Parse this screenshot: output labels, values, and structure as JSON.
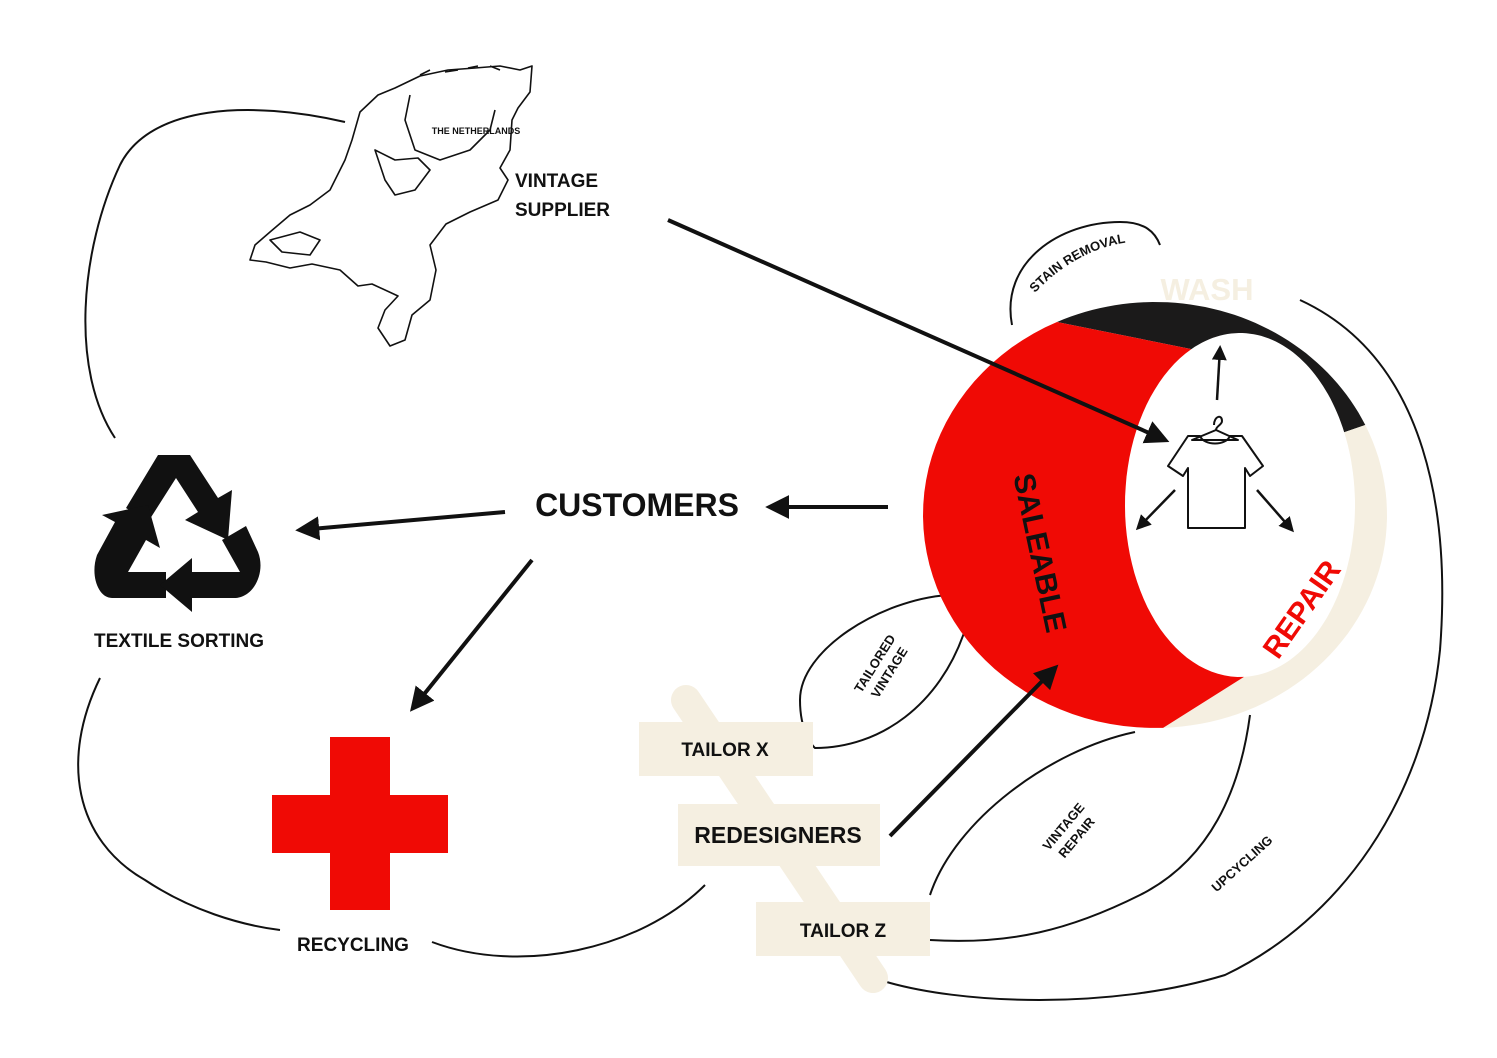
{
  "map_label": "THE NETHERLANDS",
  "supplier_label": [
    "VINTAGE",
    "SUPPLIER"
  ],
  "customers_label": "CUSTOMERS",
  "textile_sorting_label": "TEXTILE SORTING",
  "recycling_label": "RECYCLING",
  "ring": {
    "wash_label": "WASH",
    "saleable_label": "SALEABLE",
    "repair_label": "REPAIR"
  },
  "loops": {
    "stain_removal": "STAIN REMOVAL",
    "tailored_vintage": [
      "TAILORED",
      "VINTAGE"
    ],
    "vintage_repair": [
      "VINTAGE",
      "REPAIR"
    ],
    "upcycling": "UPCYCLING"
  },
  "tailors": {
    "tailor_x": "TAILOR X",
    "redesigners": "REDESIGNERS",
    "tailor_z": "TAILOR Z"
  },
  "icons": {
    "map": "netherlands-map-icon",
    "recycle": "recycle-icon",
    "cross": "red-cross-icon",
    "shirt": "tshirt-hanger-icon"
  },
  "colors": {
    "red": "#f00a05",
    "black": "#1b1a1a",
    "cream": "#f5efe1",
    "ink": "#111111"
  }
}
